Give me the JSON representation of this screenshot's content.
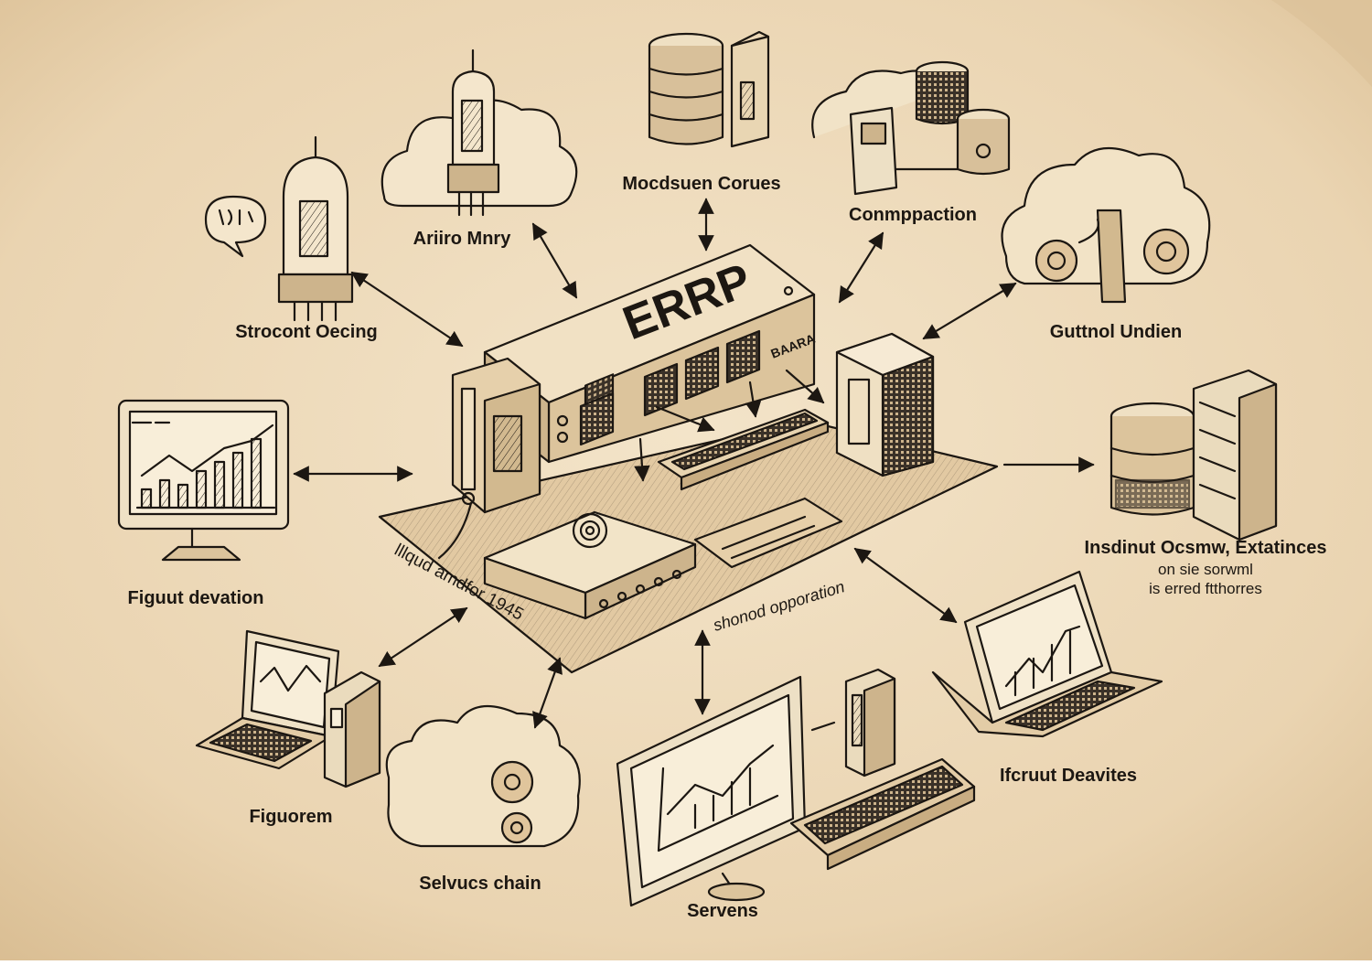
{
  "diagram": {
    "central_label": "ERRP",
    "central_panel_label": "BAARA",
    "platform_label": "lllqud amdfor 1945",
    "link_label": "shonod opporation",
    "nodes": {
      "top_center": "Mocdsuen Corues",
      "top_right": "Conmppaction",
      "top_left": "Ariiro Mnry",
      "left_upper": "Strocont Oecing",
      "right_upper": "Guttnol Undien",
      "right_mid_title": "Insdinut Ocsmw, Extatinces",
      "right_mid_line2": "on sie sorwml",
      "right_mid_line3": "is erred ftthorres",
      "left_mid": "Figuut devation",
      "left_low": "Figuorem",
      "bottom_left": "Selvucs chain",
      "bottom_center": "Servens",
      "right_low": "Ifcruut Deavites"
    },
    "colors": {
      "paper": "#eedcbf",
      "ink": "#1c1712",
      "shade": "#cdb48c"
    }
  }
}
